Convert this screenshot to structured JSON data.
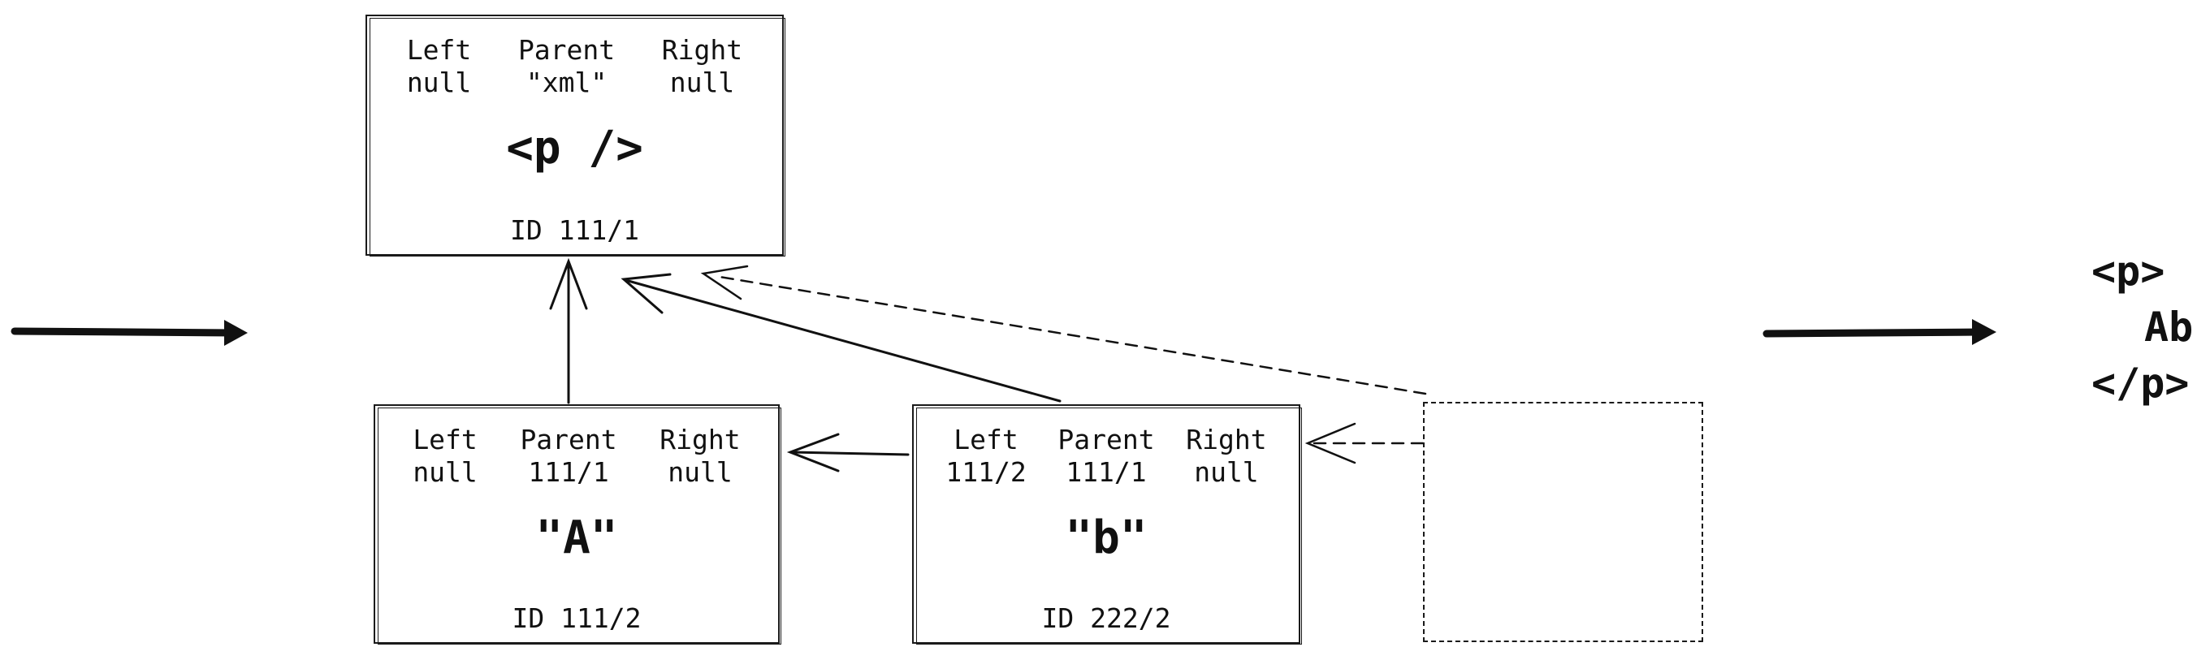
{
  "nodes": [
    {
      "left_label": "Left",
      "left_value": "null",
      "parent_label": "Parent",
      "parent_value": "\"xml\"",
      "right_label": "Right",
      "right_value": "null",
      "content": "<p />",
      "id_text": "ID 111/1"
    },
    {
      "left_label": "Left",
      "left_value": "null",
      "parent_label": "Parent",
      "parent_value": "111/1",
      "right_label": "Right",
      "right_value": "null",
      "content": "\"A\"",
      "id_text": "ID 111/2"
    },
    {
      "left_label": "Left",
      "left_value": "111/2",
      "parent_label": "Parent",
      "parent_value": "111/1",
      "right_label": "Right",
      "right_value": "null",
      "content": "\"b\"",
      "id_text": "ID 222/2"
    }
  ],
  "output": {
    "open_tag": "<p>",
    "text": "Ab",
    "close_tag": "</p>"
  }
}
